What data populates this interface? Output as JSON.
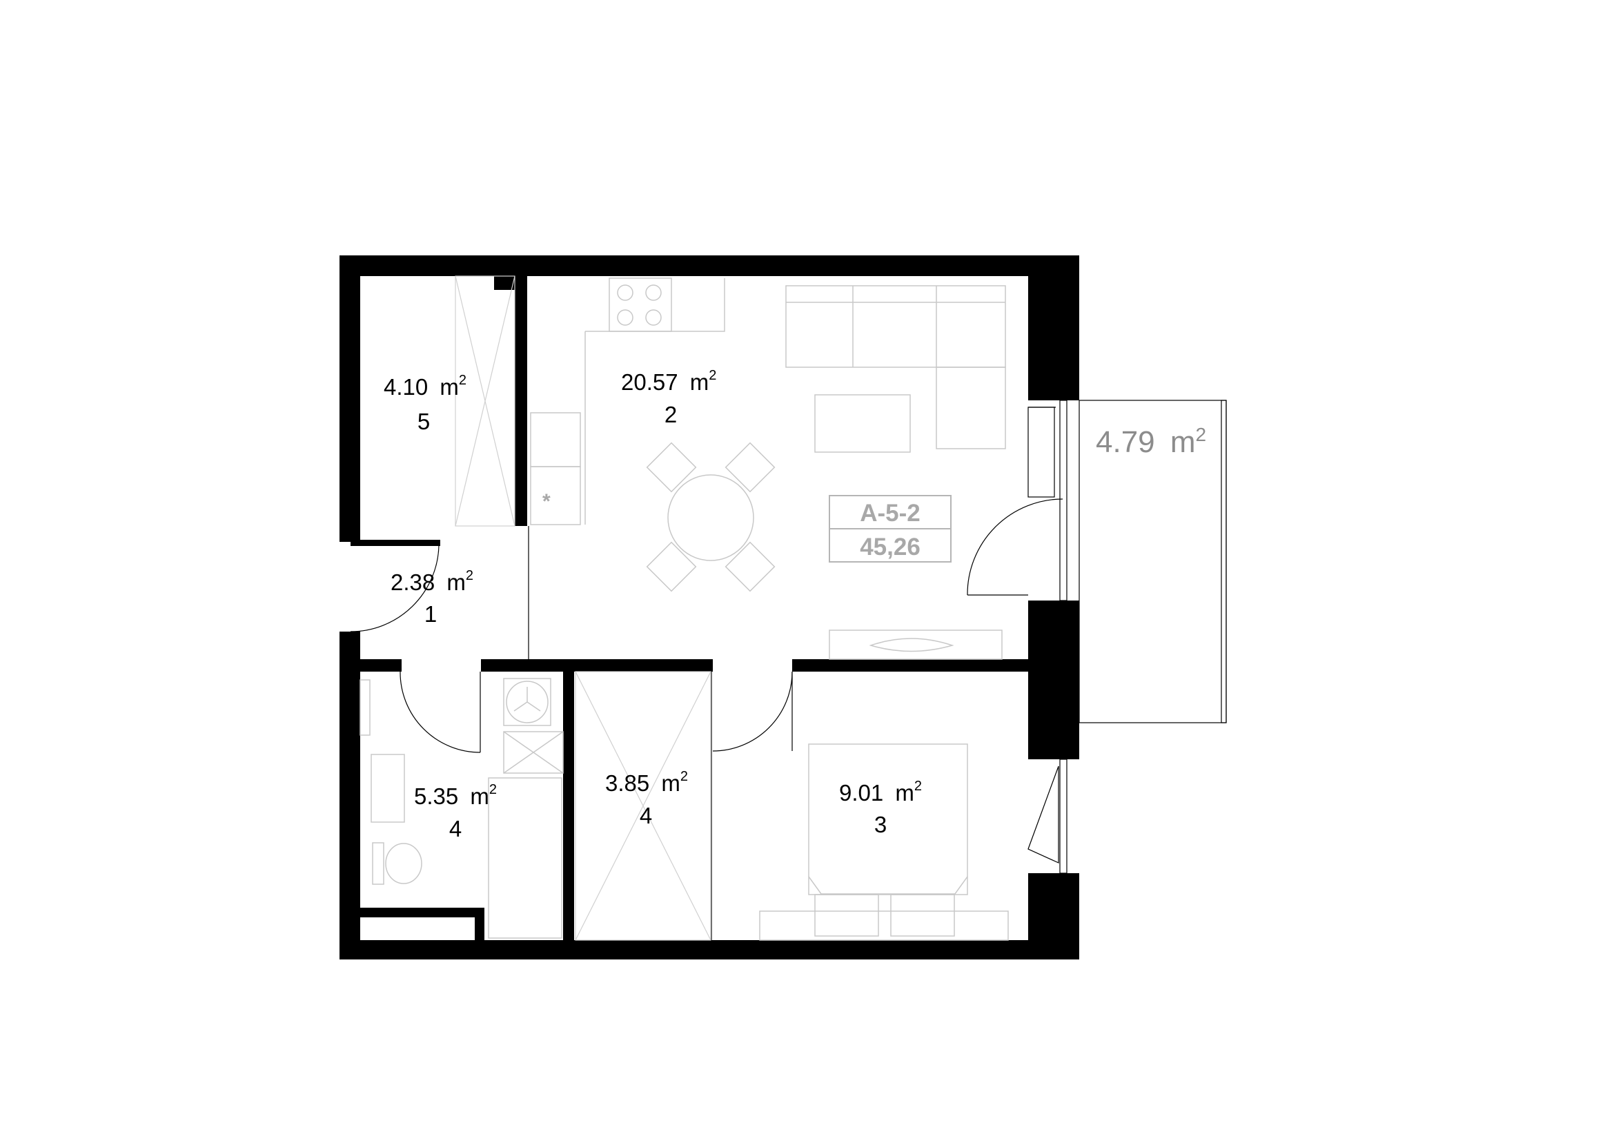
{
  "unit_code": "A-5-2",
  "unit_area": "45,26",
  "balcony": {
    "area": "4.79",
    "unit": "m",
    "exp": "2"
  },
  "rooms": [
    {
      "id": "storage",
      "area": "4.10",
      "unit": "m",
      "exp": "2",
      "number": "5"
    },
    {
      "id": "living",
      "area": "20.57",
      "unit": "m",
      "exp": "2",
      "number": "2"
    },
    {
      "id": "hall",
      "area": "2.38",
      "unit": "m",
      "exp": "2",
      "number": "1"
    },
    {
      "id": "bathroom",
      "area": "5.35",
      "unit": "m",
      "exp": "2",
      "number": "4"
    },
    {
      "id": "closet",
      "area": "3.85",
      "unit": "m",
      "exp": "2",
      "number": "4"
    },
    {
      "id": "bedroom",
      "area": "9.01",
      "unit": "m",
      "exp": "2",
      "number": "3"
    }
  ],
  "colors": {
    "wall": "#000000",
    "furniture": "#c8c8c8",
    "label_gray": "#8c8c8c",
    "badge_gray": "#a8a8a8"
  }
}
